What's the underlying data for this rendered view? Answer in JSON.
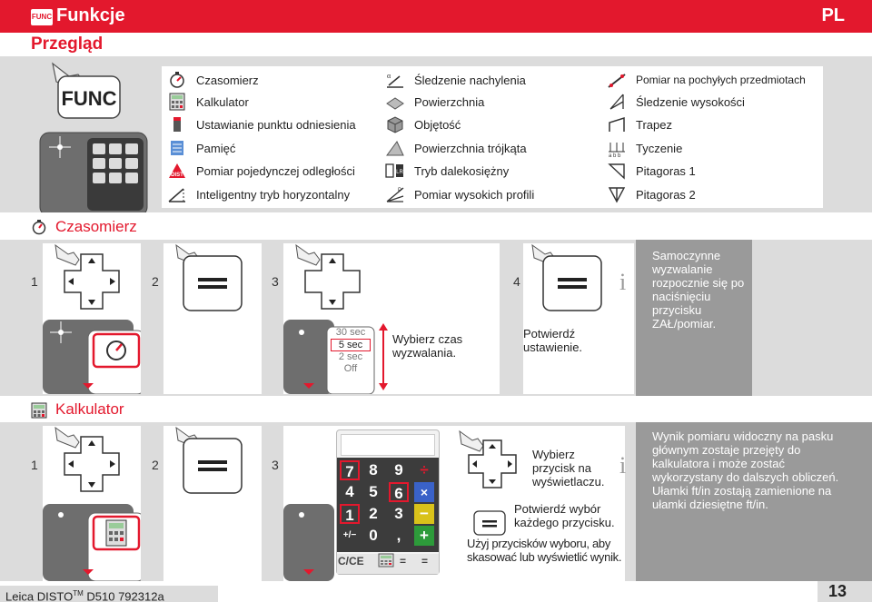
{
  "header": {
    "badge": "FUNC",
    "title": "Funkcje",
    "lang": "PL"
  },
  "subtitle": "Przegląd",
  "overview": {
    "func_key": "FUNC",
    "dist_key": "DIST",
    "col1": [
      {
        "label": "Czasomierz",
        "icon": "timer-icon"
      },
      {
        "label": "Kalkulator",
        "icon": "calculator-icon"
      },
      {
        "label": "Ustawianie punktu odniesienia",
        "icon": "reference-point-icon"
      },
      {
        "label": "Pamięć",
        "icon": "memory-icon"
      },
      {
        "label": "Pomiar pojedynczej odległości",
        "icon": "dist-icon"
      },
      {
        "label": "Inteligentny tryb horyzontalny",
        "icon": "smart-horizontal-icon"
      }
    ],
    "col2": [
      {
        "label": "Śledzenie nachylenia",
        "icon": "tilt-tracking-icon"
      },
      {
        "label": "Powierzchnia",
        "icon": "area-icon"
      },
      {
        "label": "Objętość",
        "icon": "volume-icon"
      },
      {
        "label": "Powierzchnia trójkąta",
        "icon": "triangle-area-icon"
      },
      {
        "label": "Tryb dalekosiężny",
        "icon": "long-range-icon"
      },
      {
        "label": "Pomiar wysokich profili",
        "icon": "height-profile-icon"
      }
    ],
    "col3": [
      {
        "label": "Pomiar na pochyłych przedmiotach",
        "icon": "slope-object-icon"
      },
      {
        "label": "Śledzenie wysokości",
        "icon": "height-tracking-icon"
      },
      {
        "label": "Trapez",
        "icon": "trapezoid-icon"
      },
      {
        "label": "Tyczenie",
        "icon": "stake-out-icon"
      },
      {
        "label": "Pitagoras 1",
        "icon": "pythagoras-1-icon"
      },
      {
        "label": "Pitagoras 2",
        "icon": "pythagoras-2-icon"
      }
    ]
  },
  "timer_section": {
    "title": "Czasomierz",
    "steps": [
      "1",
      "2",
      "3",
      "4"
    ],
    "options": [
      "30 sec",
      "5 sec",
      "2 sec",
      "Off"
    ],
    "selected_option": "5 sec",
    "select_text": "Wybierz czas wyzwalania.",
    "confirm_text": "Potwierdź ustawienie.",
    "info_text": "Samoczynne wyzwalanie rozpocznie się po naciśnięciu przycisku ZAŁ/pomiar."
  },
  "calc_section": {
    "title": "Kalkulator",
    "steps": [
      "1",
      "2",
      "3"
    ],
    "keys": [
      [
        "7",
        "8",
        "9",
        "÷"
      ],
      [
        "4",
        "5",
        "6",
        "×"
      ],
      [
        "1",
        "2",
        "3",
        "−"
      ],
      [
        "+/−",
        "0",
        ",",
        "+"
      ]
    ],
    "bottom_keys": [
      "C/CE",
      "=",
      "="
    ],
    "select_text": "Wybierz przycisk na wyświetlaczu.",
    "confirm_text": "Potwierdź wybór każdego przycisku.",
    "nav_text": "Użyj przycisków wyboru, aby skasować lub wyświetlić wynik.",
    "info_text": "Wynik pomiaru widoczny na pasku głównym zostaje przejęty do kalkulatora i może zostać wykorzystany do dalszych obliczeń. Ułamki ft/in zostają zamienione na ułamki dziesiętne ft/in."
  },
  "footer": {
    "brand": "Leica DISTO",
    "tm": "TM",
    "model": "D510 792312a",
    "page": "13"
  },
  "colors": {
    "accent": "#e3182d",
    "band": "#dcdcdc",
    "info": "#9a9a9a"
  }
}
